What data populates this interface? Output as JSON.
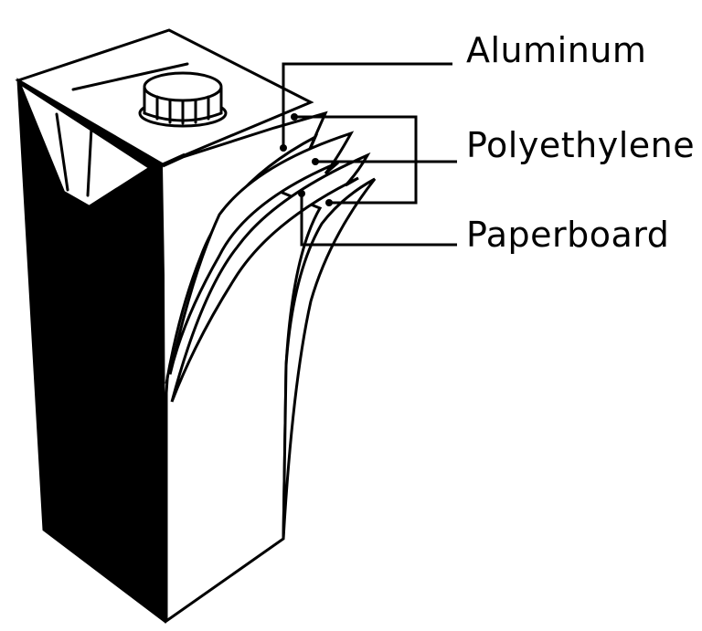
{
  "diagram": {
    "colors": {
      "ink": "#000000",
      "paper": "#ffffff"
    },
    "labels": {
      "aluminum": "Aluminum",
      "polyethylene": "Polyethylene",
      "paperboard": "Paperboard"
    },
    "icons": {
      "cap": "screw-cap-icon"
    }
  }
}
